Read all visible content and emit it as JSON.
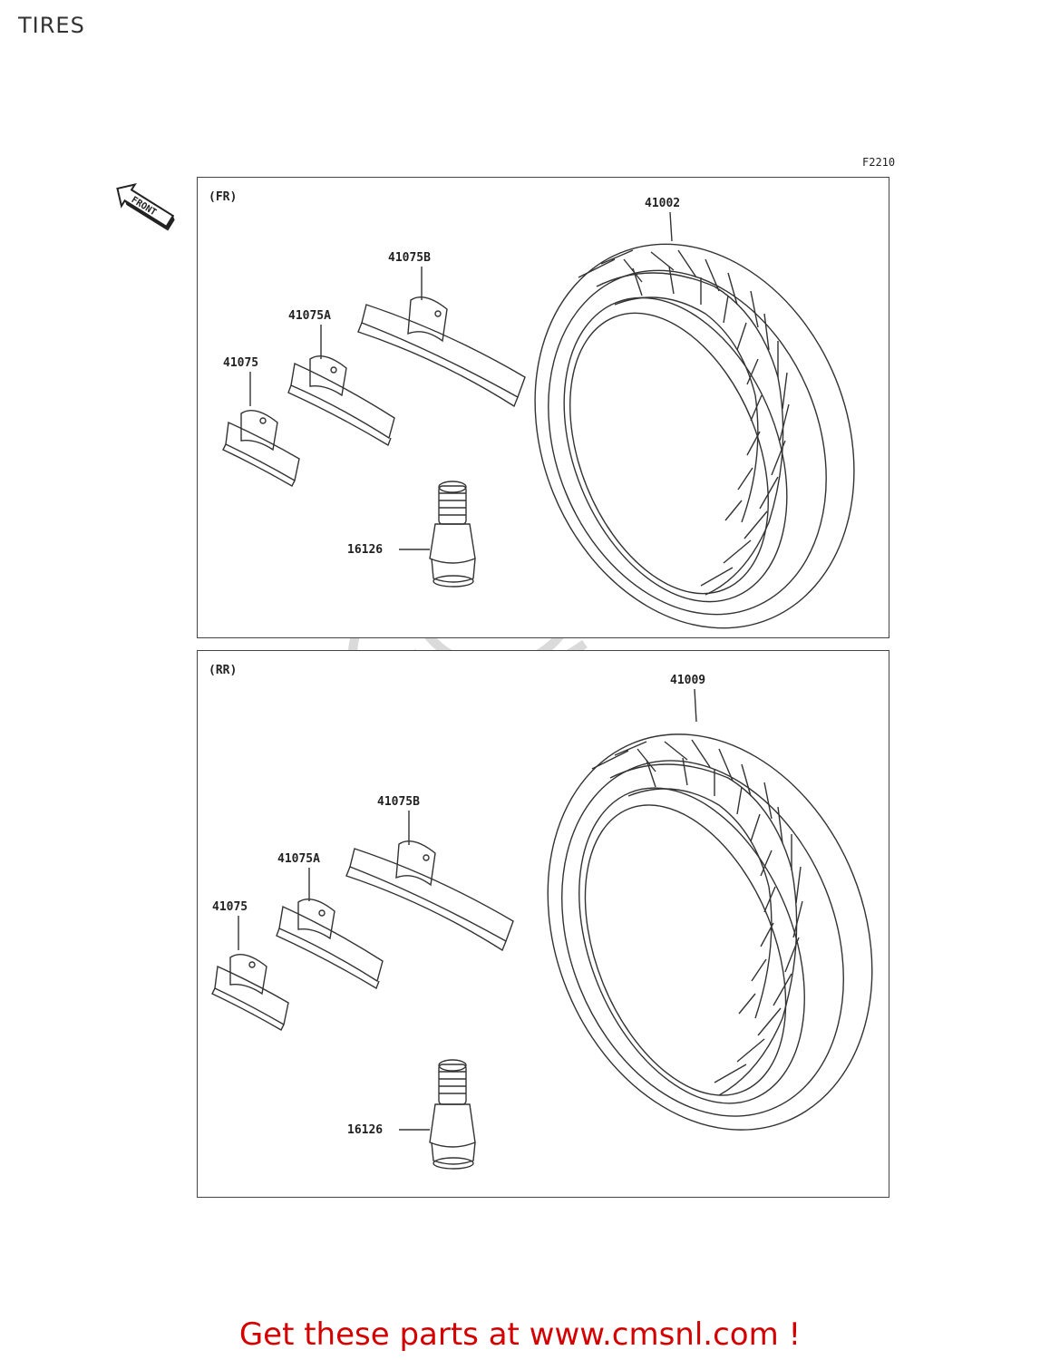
{
  "title": "TIRES",
  "figure_code": "F2210",
  "front_label": "FRONT",
  "watermark_text": "WWW.CMSNL.COM",
  "footer": "Get these parts at www.cmsnl.com !",
  "panels": {
    "front": {
      "label": "(FR)",
      "tire": "41002",
      "weight_b": "41075B",
      "weight_a": "41075A",
      "weight": "41075",
      "valve": "16126"
    },
    "rear": {
      "label": "(RR)",
      "tire": "41009",
      "weight_b": "41075B",
      "weight_a": "41075A",
      "weight": "41075",
      "valve": "16126"
    }
  },
  "colors": {
    "footer": "#d40000",
    "line": "#333333",
    "watermark": "#d8d8d8"
  }
}
